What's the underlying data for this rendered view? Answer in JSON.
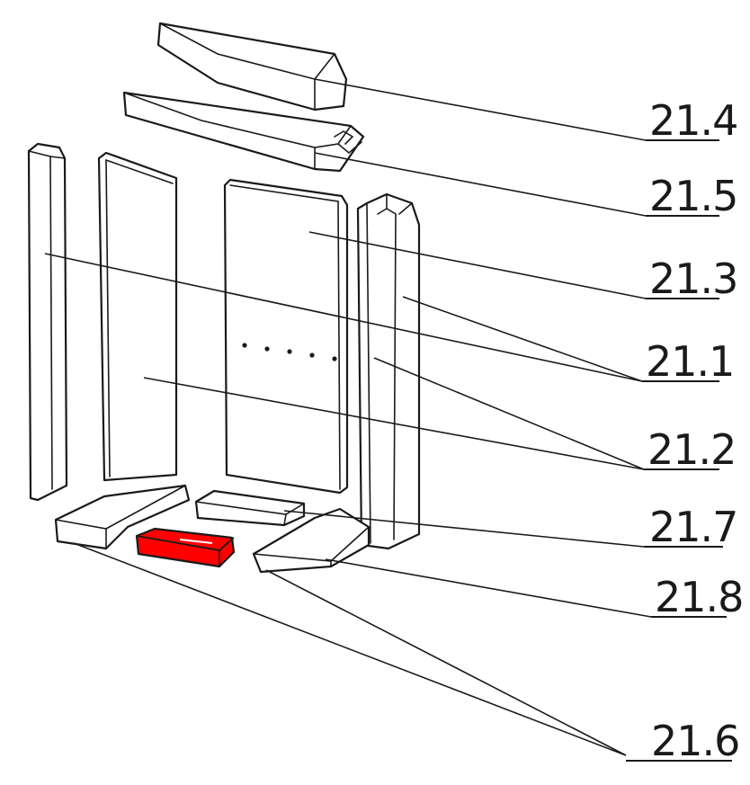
{
  "diagram": {
    "highlight_color": "#ff0000",
    "line_color": "#1a1a1a",
    "labels": [
      "21.4",
      "21.5",
      "21.3",
      "21.1",
      "21.2",
      "21.7",
      "21.8",
      "21.6"
    ],
    "highlighted_part": "21.6 inner brick (red)"
  }
}
